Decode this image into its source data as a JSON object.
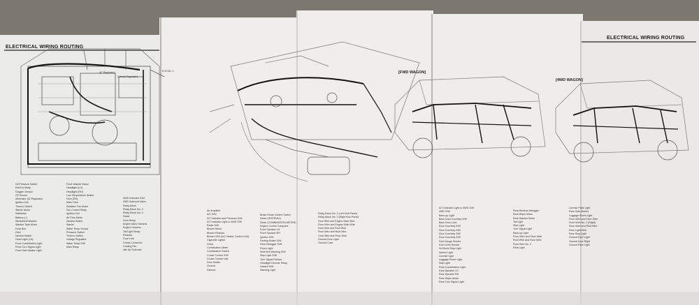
{
  "titles": {
    "left": "ELECTRICAL WIRING ROUTING",
    "right": "ELECTRICAL WIRING ROUTING"
  },
  "panels": {
    "fwd_wagon": "[FWD WAGON]",
    "four_wd_wagon": "[4WD WAGON]"
  },
  "callouts": {
    "ic_regulator": "(IC Regulator)",
    "check_regulator": "(Check Regulator)",
    "radio": "R.R.NO. 1"
  },
  "legends": {
    "engine_col1": [
      "Oil Pressure Switch",
      "Earth to Body",
      "Oxygen Sensor",
      "O2 Sensor",
      "Alternator (IC Regulator)",
      "Ignition Coil",
      "Thermo Switch",
      "Starter Motor",
      "Distributor",
      "Battery (+)",
      "Windshield Washer",
      "Washer Tank Motor",
      "Fuse Box",
      "Horn",
      "Neutral Switch",
      "Head Light (LH)",
      "Front Combination Light",
      "Front Turn Signal Light",
      "Front Side Marker Light"
    ],
    "engine_col2": [
      "Front Washer Motor",
      "Headlight (LH)",
      "Headlight (RH)",
      "Low Temperature Switch",
      "Horn (RH)",
      "Main Fuse",
      "Radiator Fan Motor",
      "Fan Control Relay",
      "Ignition Coil",
      "Air Flow Meter",
      "Neutral Switch",
      "Starter",
      "Water Temp Sensor",
      "Pressure Switch",
      "Thermo Switch",
      "Voltage Regulator",
      "Water Temp S/W",
      "Main Relay"
    ],
    "engine_col3": [
      "AWD Indicator S/W",
      "4WD Solenoid Valve",
      "Relay Block",
      "Relay Block No. 2",
      "Relay Block No. 3",
      "Diode",
      "Horn Relay",
      "Engine Main Harness",
      "Engine Harness",
      "Tail Light Relay",
      "Resistor",
      "Fuse Link",
      "Check Connector",
      "Cooling Fan",
      "Idle Up Solenoid"
    ],
    "dash_col1": [
      "Air Amplifier",
      "A/C S/W",
      "A/T Indicator and Pressure S/W",
      "A/T Indicator Light or 4WD S/W",
      "Radio S/W",
      "Blower Motor",
      "Blower Resistor",
      "Blower S/W (A/C Heater Control Unit)",
      "Cigarette Lighter",
      "Clock",
      "Combination Meter",
      "Combination Switch",
      "Cruise Control S/W",
      "Cruise Control Unit",
      "Door Switch",
      "Ground",
      "Dimmer"
    ],
    "dash_col2": [
      "Brake Diode Control Switch",
      "Diode (INTERVAL)",
      "Diode (COMBINATION METER)",
      "Engine Control Computer",
      "Front Speaker LH",
      "Front Speaker RH",
      "Ignition S/W",
      "Parking Brake S/W",
      "Rear Defogger S/W",
      "Room Light",
      "Seat Belt Warning S/W",
      "Stop Light S/W",
      "Turn Signal Flasher",
      "Headlight Dimmer Relay",
      "Hazard S/W",
      "Warning Light"
    ],
    "dash_col3": [
      "Relay Block No. 1 (Left Kick Panel)",
      "Relay Block No. 2 (Right Kick Panel)",
      "Door Wire and Engine Main Wire",
      "Floor Wire and Engine Main Wire",
      "Door Wire and Roof Wire",
      "Floor Wire and Roof Wire",
      "Cowl Wire and Floor Wire",
      "Ground Door Light",
      "Ground Cowl"
    ],
    "fwd_col1": [
      "A/T Indicator Light or AWD S/W",
      "4WD S/W",
      "Back-up Light",
      "Back Door Courtesy S/W",
      "Back Door Lock",
      "Door Courtesy S/W",
      "Door Courtesy S/W",
      "Door Courtesy S/W",
      "Door Courtesy S/W",
      "Fuel Gauge Sender",
      "Fuel Level Sender",
      "Hi-Mount Stop Light",
      "Interior Light",
      "License Light",
      "Luggage Room Light",
      "Map Light",
      "Rear Combination Light",
      "Rear Speaker LH",
      "Rear Speaker RH",
      "Rear Wiper Motor",
      "Rear Turn Signal Light"
    ],
    "fwd_col2": [
      "Rear Window Defogger",
      "Rear Wiper Motor",
      "Rear Washer Motor",
      "Tail Light",
      "Stop Light",
      "Turn Signal Light",
      "Back-up Light",
      "Floor Wire and Floor Wire",
      "Roof Wire and Floor Wire",
      "Floor Wire No. 2",
      "Rear Light"
    ],
    "four_wd_col1": [
      "License Plate Light",
      "Rear Side Marker",
      "Luggage Room Light",
      "Floor Wire and Floor Wire",
      "Floor Wire No. 2 (Right)",
      "Floor Wire and Roof Wire",
      "Rear Light Wire",
      "Rear Stop Light",
      "Ground Door Light",
      "Ground Door Right",
      "Ground Rear Light"
    ]
  }
}
